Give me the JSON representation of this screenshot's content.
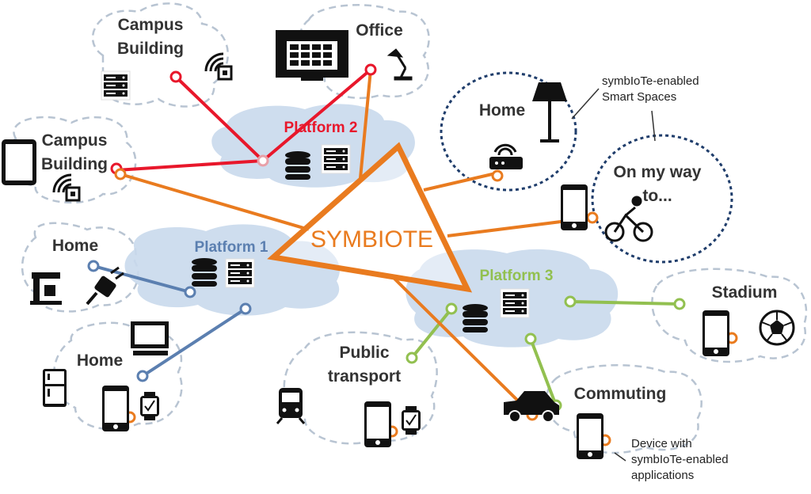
{
  "spaces": {
    "campus_building_1": "Campus\nBuilding",
    "office": "Office",
    "campus_building_2": "Campus\nBuilding",
    "home_1": "Home",
    "home_2": "Home",
    "home_smart": "Home",
    "on_my_way": "On my way\nto...",
    "stadium": "Stadium",
    "public_transport": "Public\ntransport",
    "commuting": "Commuting"
  },
  "platforms": {
    "platform_1": "Platform 1",
    "platform_2": "Platform 2",
    "platform_3": "Platform 3"
  },
  "center": "SYMBIOTE",
  "annotations": {
    "smart_spaces": "symbIoTe-enabled\nSmart Spaces",
    "device_apps": "Device with\nsymbIoTe-enabled\napplications"
  },
  "colors": {
    "platform1": "#5b7fb0",
    "platform2": "#e8172b",
    "platform3": "#92c050",
    "symbiote": "#e97b1f",
    "cloud": "#c9d9ec",
    "dashed": "#b8c4d2",
    "smart_space": "#1f3d6b"
  },
  "icons": [
    "server-icon",
    "database-icon",
    "tablet-icon",
    "smartphone-icon",
    "smartwatch-icon",
    "monitor-icon",
    "tv-icon",
    "desk-lamp-icon",
    "floor-lamp-icon",
    "router-icon",
    "wireless-icon",
    "coffee-machine-icon",
    "plug-icon",
    "fridge-icon",
    "tram-icon",
    "car-icon",
    "bicycle-icon",
    "soccer-ball-icon"
  ]
}
